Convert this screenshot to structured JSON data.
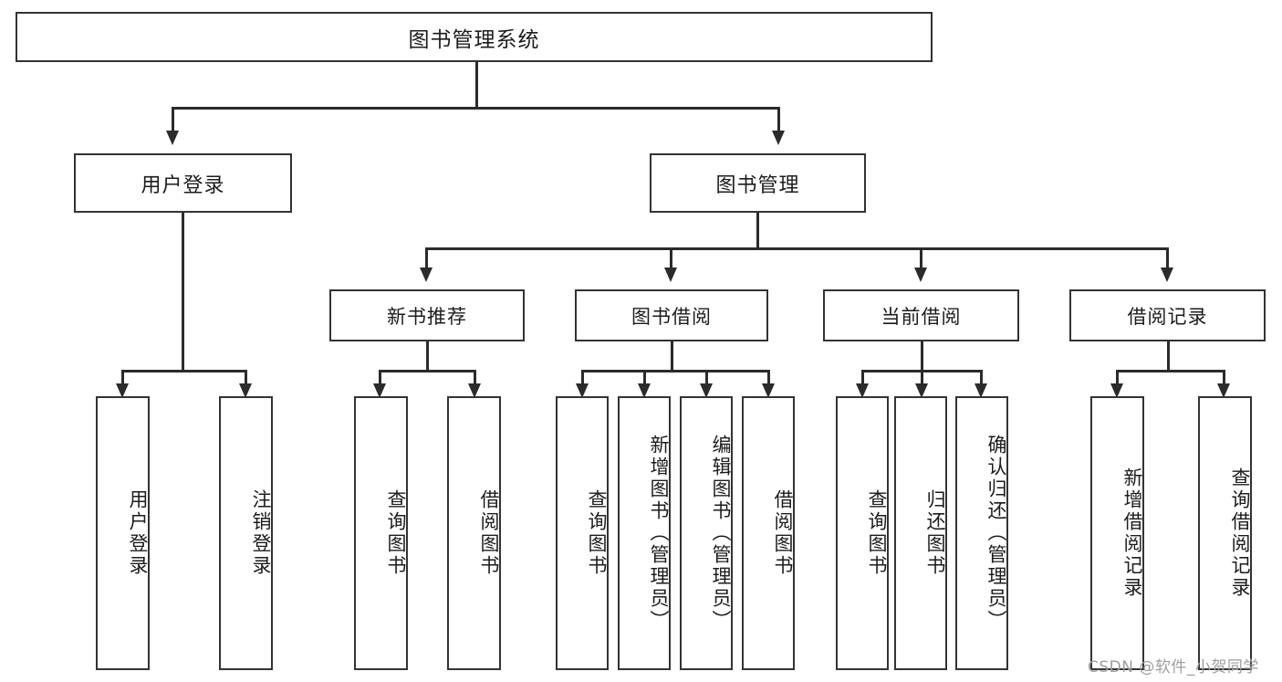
{
  "diagram": {
    "type": "tree",
    "title": "图书管理系统",
    "root": {
      "label": "图书管理系统"
    },
    "level2": [
      {
        "label": "用户登录"
      },
      {
        "label": "图书管理"
      }
    ],
    "level3": [
      {
        "label": "新书推荐"
      },
      {
        "label": "图书借阅"
      },
      {
        "label": "当前借阅"
      },
      {
        "label": "借阅记录"
      }
    ],
    "leaves": {
      "user_login": [
        {
          "label": "用户登录"
        },
        {
          "label": "注销登录"
        }
      ],
      "new_book_recommend": [
        {
          "label": "查询图书"
        },
        {
          "label": "借阅图书"
        }
      ],
      "book_borrow": [
        {
          "label": "查询图书"
        },
        {
          "label": "新增图书（管理员）"
        },
        {
          "label": "编辑图书（管理员）"
        },
        {
          "label": "借阅图书"
        }
      ],
      "current_borrow": [
        {
          "label": "查询图书"
        },
        {
          "label": "归还图书"
        },
        {
          "label": "确认归还（管理员）"
        }
      ],
      "borrow_record": [
        {
          "label": "新增借阅记录"
        },
        {
          "label": "查询借阅记录"
        }
      ]
    }
  },
  "watermark": {
    "text": "CSDN @软件_小贺同学"
  },
  "colors": {
    "stroke": "#333333",
    "fill": "#ffffff",
    "text": "#1c1c1c",
    "watermark": "#9d9d9d"
  }
}
